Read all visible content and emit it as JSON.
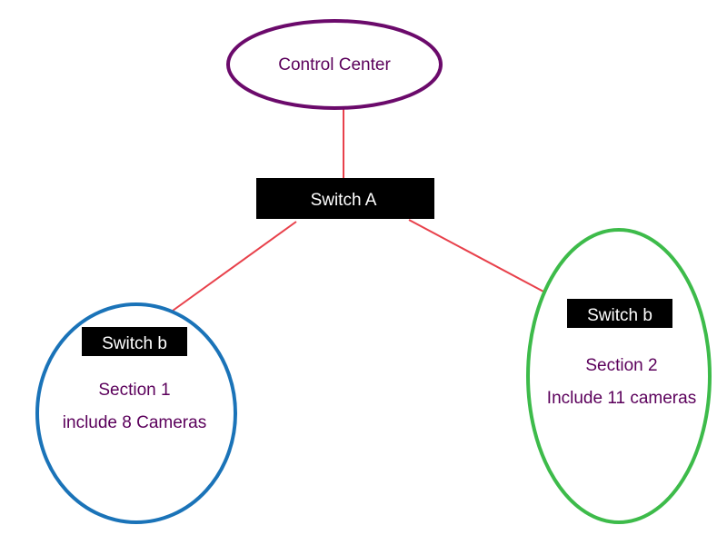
{
  "diagram": {
    "control_center": {
      "label": "Control Center",
      "border_color": "#6b0a6b"
    },
    "switch_a": {
      "label": "Switch A"
    },
    "section_1": {
      "switch_label": "Switch b",
      "title": "Section 1",
      "description": "include 8 Cameras",
      "border_color": "#1a73b8"
    },
    "section_2": {
      "switch_label": "Switch b",
      "title": "Section 2",
      "description": "Include 11 cameras",
      "border_color": "#3dbb4a"
    },
    "colors": {
      "connector": "#e8414b",
      "switch_fill": "#000000",
      "switch_text": "#ffffff",
      "label_text": "#5b005b"
    }
  }
}
